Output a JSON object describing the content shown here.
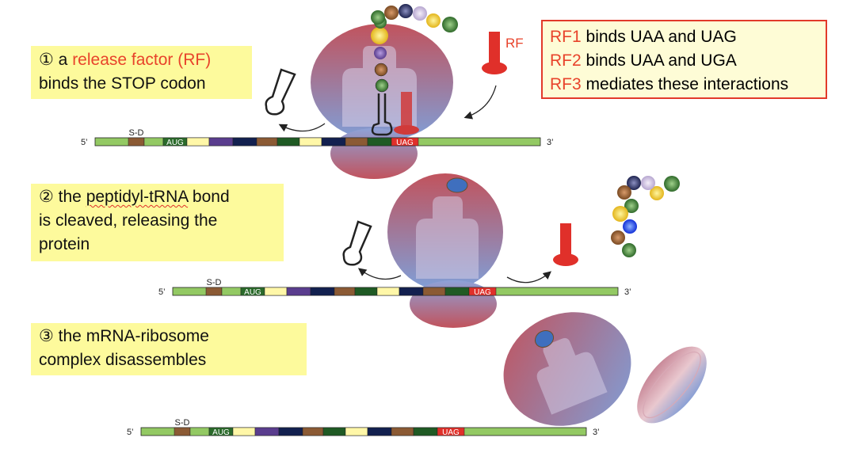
{
  "steps": [
    {
      "number": "①",
      "text_pre": "a ",
      "highlight": "release factor (RF)",
      "line2": "binds the STOP codon"
    },
    {
      "number": "②",
      "text_pre": "the ",
      "underlined": "peptidyl-tRNA",
      "text_post": " bond",
      "line2": "is cleaved, releasing the",
      "line3": "protein"
    },
    {
      "number": "③",
      "line1": "the mRNA-ribosome",
      "line2": "complex disassembles"
    }
  ],
  "info": [
    {
      "rf": "RF1",
      "text": " binds UAA and UAG"
    },
    {
      "rf": "RF2",
      "text": " binds UAA and UGA"
    },
    {
      "rf": "RF3",
      "text": " mediates these interactions"
    }
  ],
  "rf_label": "RF",
  "mrna": {
    "five_prime": "5’",
    "three_prime": "3’",
    "sd": "S-D",
    "start": "AUG",
    "stop": "UAG"
  },
  "colors": {
    "mrna_green": "#93c963",
    "stop_red": "#e0302a",
    "release_factor": "#e0302a",
    "box_yellow": "#fdfa9c",
    "highlight_red": "#e8432b"
  }
}
